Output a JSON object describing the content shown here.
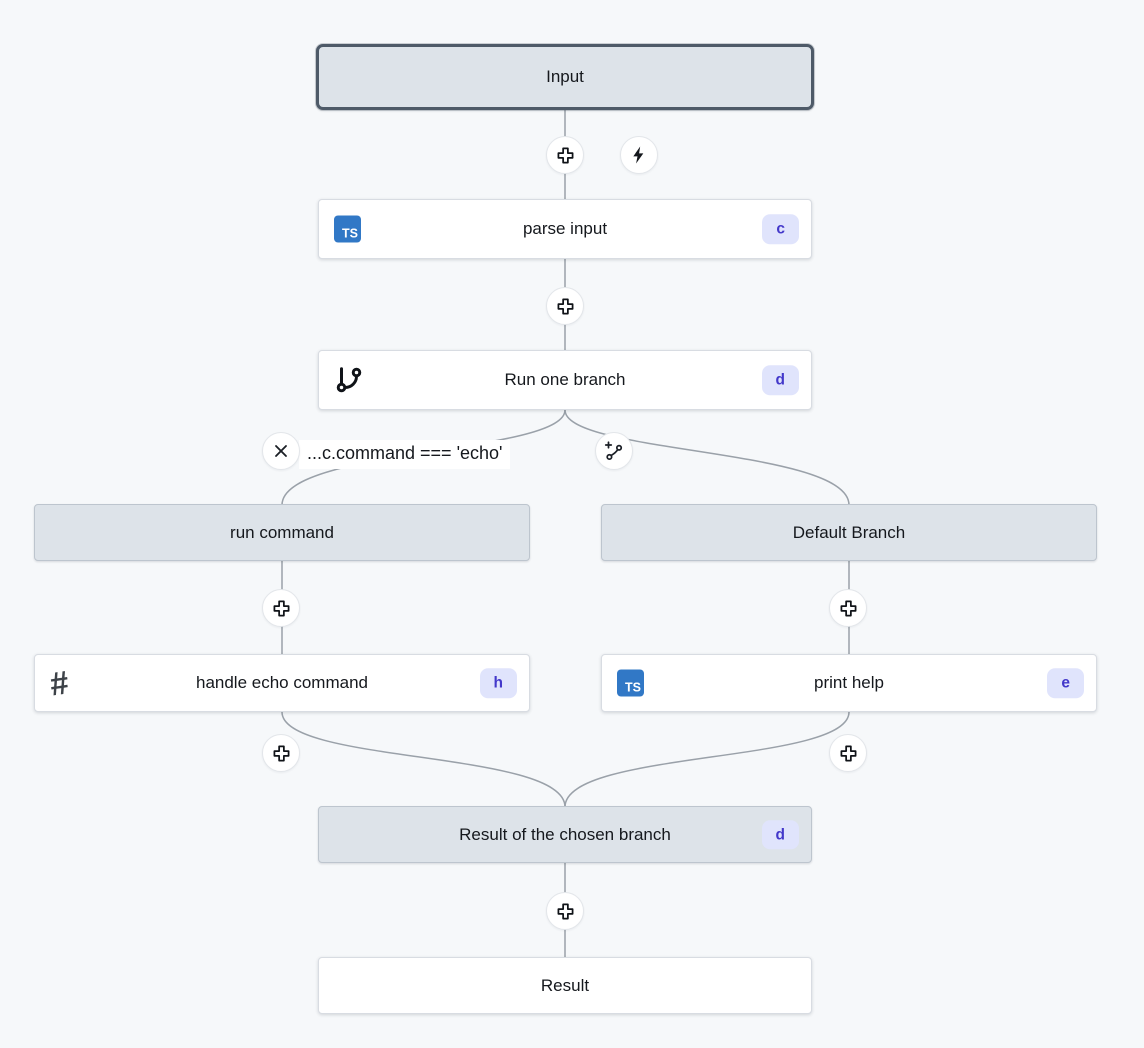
{
  "colors": {
    "background": "#f6f8fa",
    "node_gray_fill": "#dde3e9",
    "node_gray_border": "#bdc5ce",
    "selected_node_border": "#4e5a68",
    "node_white_fill": "#ffffff",
    "node_white_border": "#d8dce2",
    "edge_stroke": "#9aa1a9",
    "badge_bg": "#e0e4fc",
    "badge_text": "#4338ca",
    "typescript_blue": "#3178c6",
    "label_text": "#15181d"
  },
  "nodes": {
    "input": {
      "label": "Input"
    },
    "parse_input": {
      "label": "parse input",
      "badge": "c"
    },
    "run_one_branch": {
      "label": "Run one branch",
      "badge": "d"
    },
    "run_command": {
      "label": "run command"
    },
    "default_branch": {
      "label": "Default Branch"
    },
    "handle_echo_command": {
      "label": "handle echo command",
      "badge": "h"
    },
    "print_help": {
      "label": "print help",
      "badge": "e"
    },
    "result_of_chosen_branch": {
      "label": "Result of the chosen branch",
      "badge": "d"
    },
    "result": {
      "label": "Result"
    }
  },
  "condition": {
    "label": "...c.command === 'echo'"
  },
  "icons": {
    "typescript_label": "TS",
    "hash_glyph": "#",
    "plus": "add-step",
    "zap": "trigger",
    "x": "remove-condition",
    "git_branch_plus": "add-branch"
  }
}
